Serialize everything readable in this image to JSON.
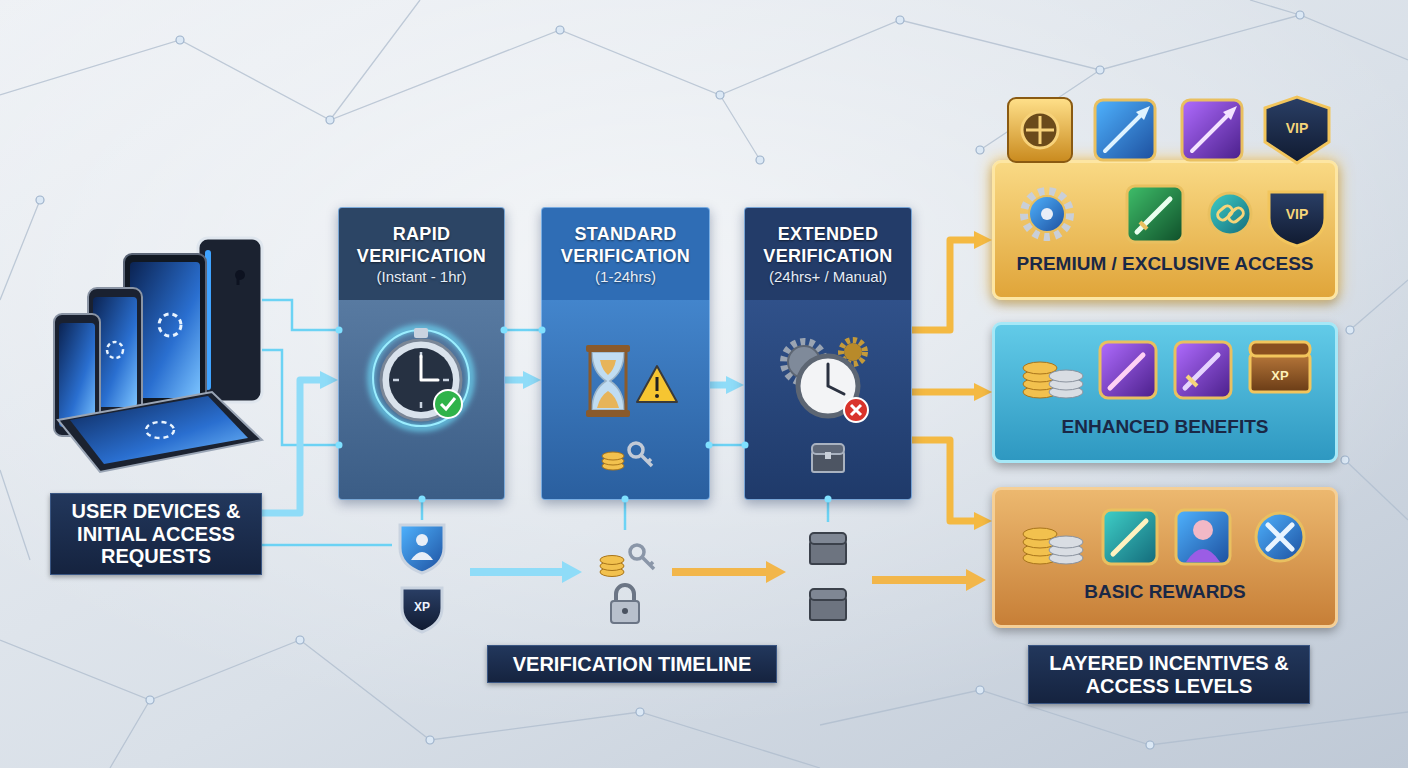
{
  "diagram": {
    "nodes": [
      {
        "text": [
          "USER DEVICES & INITIAL ACCESS REQUESTS"
        ]
      },
      {
        "text": [
          "RAPID VERIFICATION",
          "(Instant - 1hr)"
        ]
      },
      {
        "text": [
          "STANDARD VERIFICATION",
          "(1-24hrs)"
        ]
      },
      {
        "text": [
          "EXTENDED VERIFICATION",
          "(24hrs+ / Manual)"
        ]
      },
      {
        "text": [
          "VERIFICATION TIMELINE"
        ]
      },
      {
        "text": [
          "PREMIUM / EXCLUSIVE ACCESS"
        ]
      },
      {
        "text": [
          "ENHANCED BENEFITS"
        ]
      },
      {
        "text": [
          "BASIC REWARDS"
        ]
      },
      {
        "text": [
          "LAYERED INCENTIVES & ACCESS LEVELS"
        ]
      }
    ],
    "edges": [
      {
        "from": 0,
        "to": 1,
        "arrow": "to"
      },
      {
        "from": 1,
        "to": 2,
        "arrow": "to"
      },
      {
        "from": 2,
        "to": 3,
        "arrow": "to"
      },
      {
        "from": 3,
        "to": 5,
        "arrow": "to"
      },
      {
        "from": 3,
        "to": 6,
        "arrow": "to"
      },
      {
        "from": 3,
        "to": 7,
        "arrow": "to"
      }
    ],
    "labels": [
      "VIP",
      "VIP",
      "XP",
      "XP"
    ]
  }
}
